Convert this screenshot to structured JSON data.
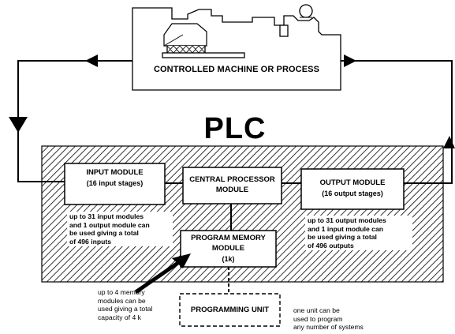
{
  "machine": {
    "label": "CONTROLLED MACHINE OR PROCESS"
  },
  "plc": {
    "label": "PLC"
  },
  "input_module": {
    "title": "INPUT MODULE",
    "subtitle": "(16 input stages)",
    "note_lines": [
      "up to 31 input modules",
      "and 1 output module can",
      "be used giving a total",
      "of 496 inputs"
    ]
  },
  "cpu_module": {
    "title_line1": "CENTRAL PROCESSOR",
    "title_line2": "MODULE"
  },
  "output_module": {
    "title": "OUTPUT MODULE",
    "subtitle": "(16 output stages)",
    "note_lines": [
      "up to 31 output modules",
      "and 1 input module can",
      "be used giving a total",
      "of 496 outputs"
    ]
  },
  "memory_module": {
    "title_line1": "PROGRAM MEMORY",
    "title_line2": "MODULE",
    "subtitle": "(1k)",
    "note_lines": [
      "up to 4 memory",
      "modules can be",
      "used giving a total",
      "capacity of 4 k"
    ]
  },
  "programming_unit": {
    "label": "PROGRAMMING UNIT",
    "note_lines": [
      "one unit can be",
      "used to program",
      "any number of systems"
    ]
  },
  "colors": {
    "line": "#000000",
    "background": "#ffffff"
  }
}
